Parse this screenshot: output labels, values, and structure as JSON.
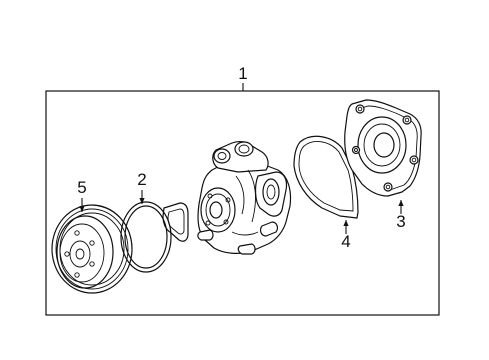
{
  "callouts": {
    "assembly": "1",
    "o_ring": "2",
    "housing": "3",
    "gasket": "4",
    "pulley": "5"
  }
}
